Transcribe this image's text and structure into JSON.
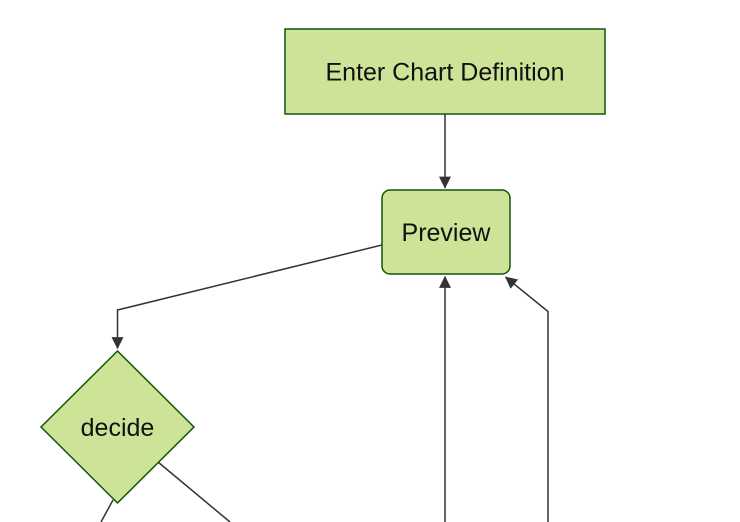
{
  "diagram": {
    "type": "flowchart-top-down",
    "colors": {
      "background": "#ffffff",
      "node_fill": "#cde498",
      "node_border": "#13540c",
      "edge": "#333333",
      "text": "#111111"
    },
    "nodes": [
      {
        "id": "enter-chart-definition",
        "label": "Enter Chart Definition",
        "shape": "rectangle"
      },
      {
        "id": "preview",
        "label": "Preview",
        "shape": "rounded-rectangle"
      },
      {
        "id": "decide",
        "label": "decide",
        "shape": "diamond"
      }
    ],
    "edges": [
      {
        "from": "enter-chart-definition",
        "to": "preview",
        "arrow": true
      },
      {
        "from": "preview",
        "to": "decide",
        "arrow": true
      },
      {
        "from": "decide",
        "to": "offscreen-bottom-left",
        "arrow": false
      },
      {
        "from": "decide",
        "to": "offscreen-bottom-right",
        "arrow": false
      },
      {
        "from": "offscreen-bottom-center",
        "to": "preview",
        "arrow": true
      },
      {
        "from": "offscreen-bottom-right",
        "to": "preview",
        "arrow": true
      }
    ]
  }
}
